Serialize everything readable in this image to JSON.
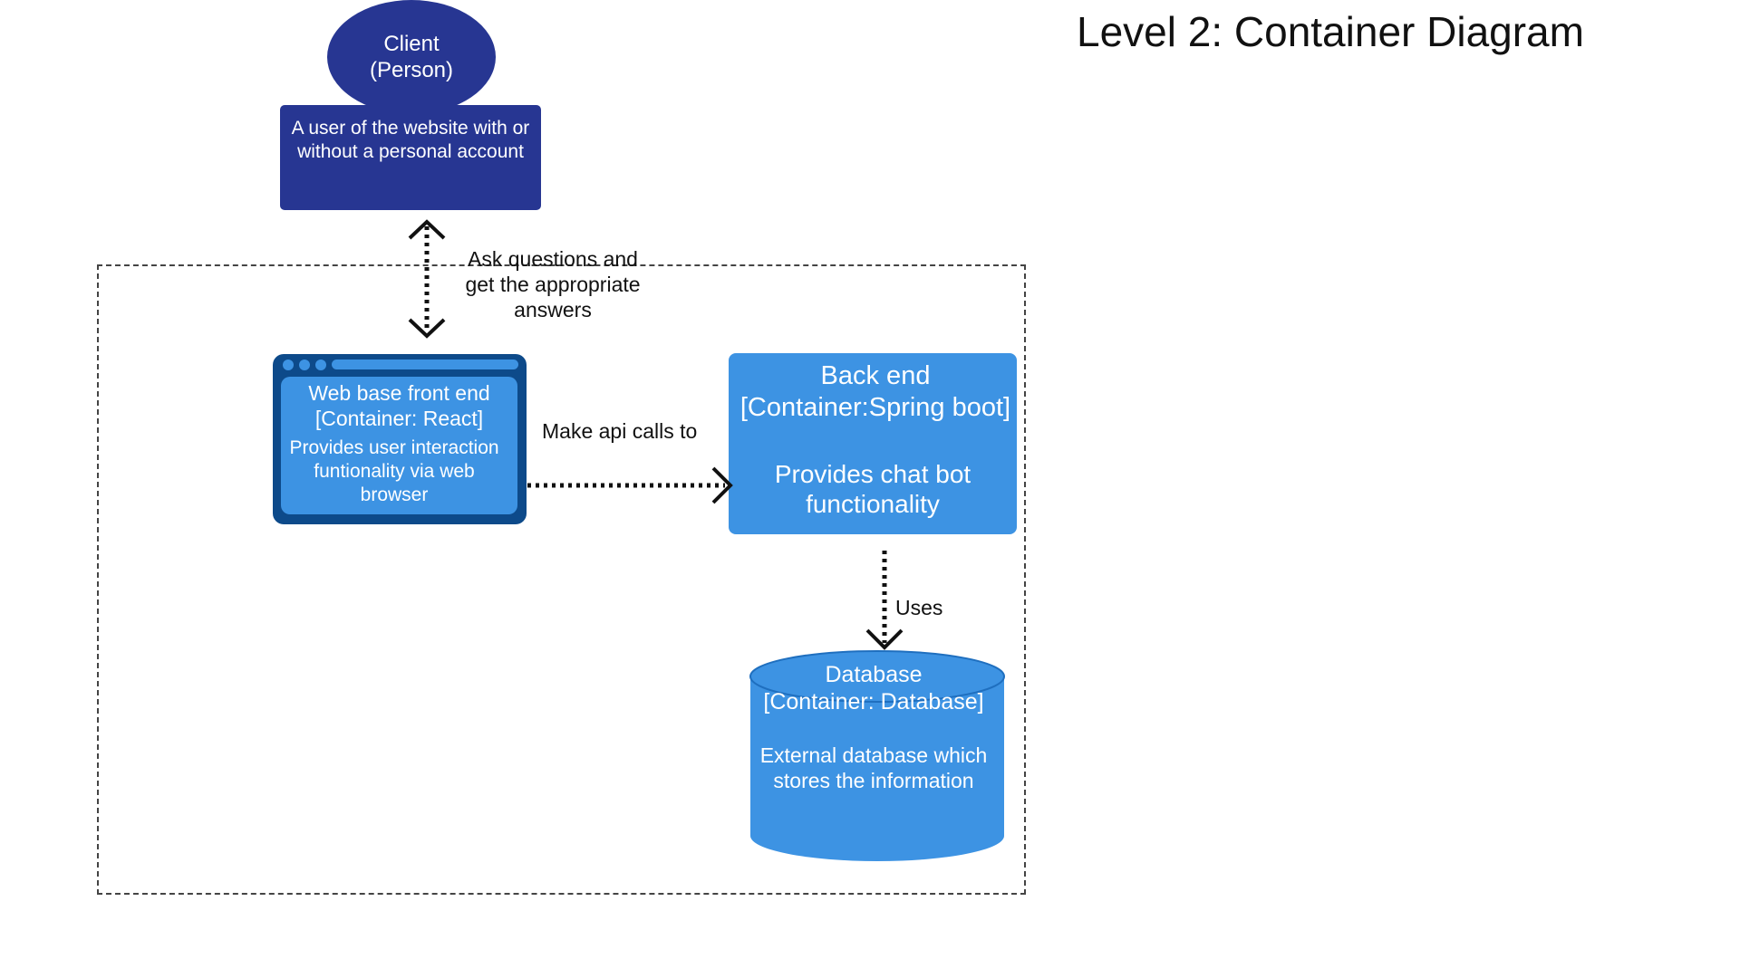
{
  "title": "Level 2: Container Diagram",
  "client": {
    "name": "Client",
    "type": "(Person)",
    "description": "A user of the website with or without a personal account"
  },
  "frontend": {
    "title_line1": "Web base front end",
    "title_line2": "[Container: React]",
    "description": "Provides user interaction funtionality via web browser"
  },
  "backend": {
    "title_line1": "Back end",
    "title_line2": "[Container:Spring boot]",
    "description": "Provides chat bot functionality"
  },
  "database": {
    "title_line1": "Database",
    "title_line2": "[Container: Database]",
    "description": "External database which stores the information"
  },
  "edges": {
    "client_frontend": "Ask questions and get the appropriate answers",
    "frontend_backend": "Make api calls to",
    "backend_database": "Uses"
  },
  "colors": {
    "person": "#273692",
    "container": "#3d93e3",
    "browser_frame": "#0d4a8a"
  }
}
